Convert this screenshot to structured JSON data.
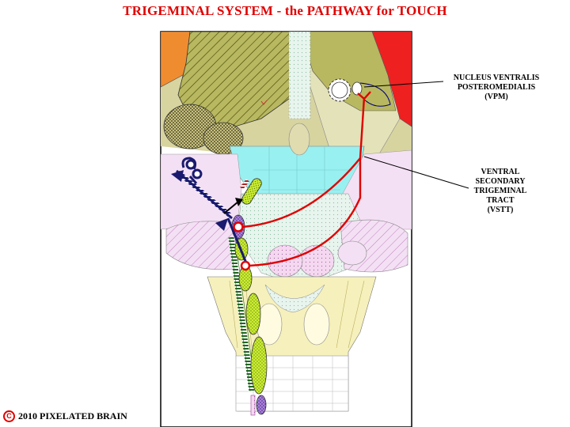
{
  "title": "TRIGEMINAL SYSTEM - the PATHWAY for TOUCH",
  "labels": {
    "vpm": [
      "NUCLEUS VENTRALIS",
      "POSTEROMEDIALIS",
      "(VPM)"
    ],
    "vstt": [
      "VENTRAL",
      "SECONDARY",
      "TRIGEMINAL",
      "TRACT",
      "(VSTT)"
    ]
  },
  "copyright": {
    "symbol": "C",
    "text": "2010  PIXELATED BRAIN"
  },
  "colors": {
    "pathway_red": "#e00000",
    "primary_afferent": "#1a1a6e",
    "nucleus_green": "#ccee33",
    "thalamus_olive": "#c8c888",
    "ventricle_cyan": "#99f0f0"
  }
}
